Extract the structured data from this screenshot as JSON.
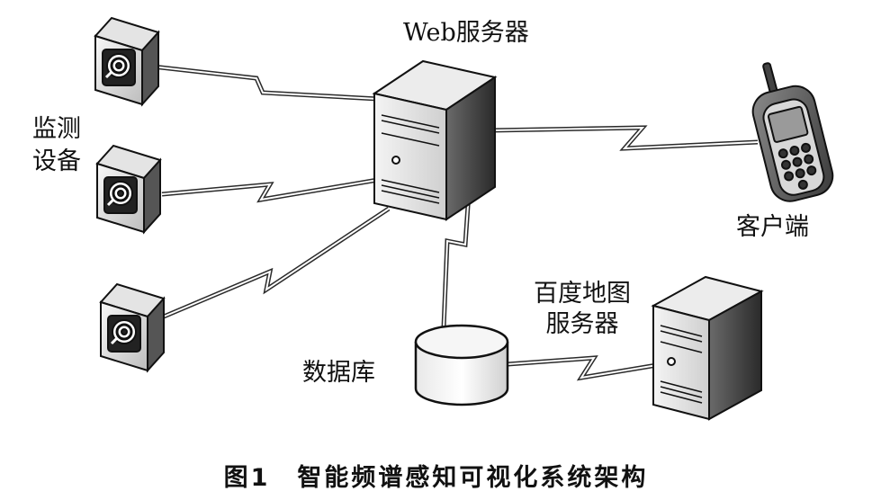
{
  "labels": {
    "web_server": "Web服务器",
    "monitor_devices": "监测设备",
    "client": "客户端",
    "baidu_map_server": "百度地图服务器",
    "database": "数据库"
  },
  "caption": "图1　智能频谱感知可视化系统架构",
  "nodes": [
    {
      "id": "web-server",
      "kind": "tower-server-icon"
    },
    {
      "id": "monitor-device-1",
      "kind": "camera-sensor-icon"
    },
    {
      "id": "monitor-device-2",
      "kind": "camera-sensor-icon"
    },
    {
      "id": "monitor-device-3",
      "kind": "camera-sensor-icon"
    },
    {
      "id": "client",
      "kind": "mobile-phone-icon"
    },
    {
      "id": "database",
      "kind": "database-cylinder-icon"
    },
    {
      "id": "baidu-map-server",
      "kind": "tower-server-icon"
    }
  ],
  "links": [
    {
      "from": "monitor-device-1",
      "to": "web-server",
      "style": "wireless-zigzag"
    },
    {
      "from": "monitor-device-2",
      "to": "web-server",
      "style": "wireless-zigzag"
    },
    {
      "from": "monitor-device-3",
      "to": "web-server",
      "style": "wireless-zigzag"
    },
    {
      "from": "web-server",
      "to": "client",
      "style": "wireless-zigzag"
    },
    {
      "from": "web-server",
      "to": "database",
      "style": "wireless-zigzag"
    },
    {
      "from": "database",
      "to": "baidu-map-server",
      "style": "wireless-zigzag"
    }
  ]
}
